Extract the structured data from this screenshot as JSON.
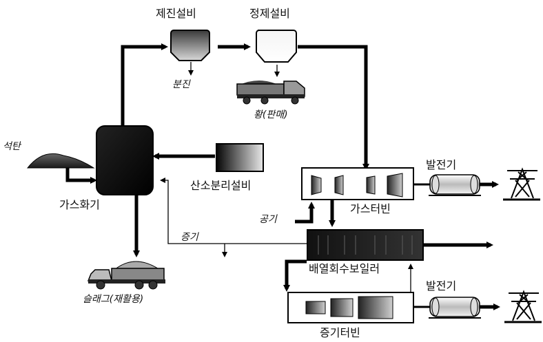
{
  "diagram": {
    "labels": {
      "dust_removal": "제진설비",
      "purification": "정제설비",
      "dust": "분진",
      "sulfur": "황(판매)",
      "coal": "석탄",
      "oxygen_plant": "산소분리설비",
      "gasifier": "가스화기",
      "generator_top": "발전기",
      "gas_turbine": "가스터빈",
      "air": "공기",
      "steam": "증기",
      "hrsg": "배열회수보일러",
      "slag": "슬래그(재활용)",
      "generator_bottom": "발전기",
      "steam_turbine": "증기터빈"
    }
  }
}
